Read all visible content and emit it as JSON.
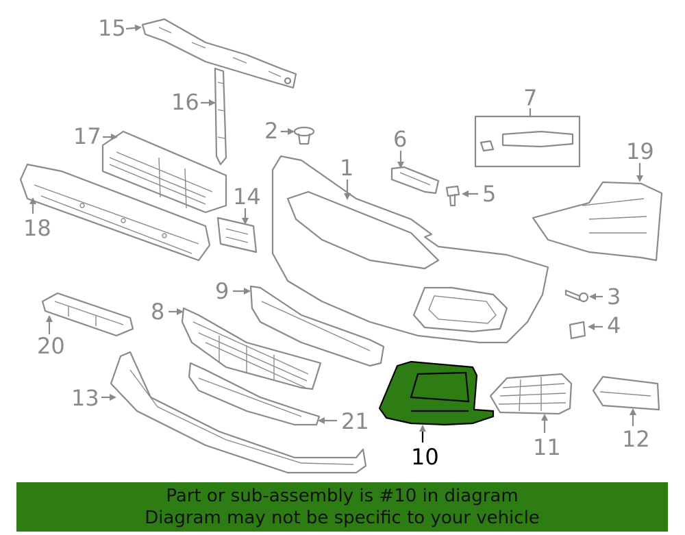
{
  "colors": {
    "line": "#8a8a8a",
    "highlight_fill": "#2e7d14",
    "banner_bg": "#2e7d14",
    "highlight_text": "#000000"
  },
  "callouts": {
    "c1": "1",
    "c2": "2",
    "c3": "3",
    "c4": "4",
    "c5": "5",
    "c6": "6",
    "c7": "7",
    "c8": "8",
    "c9": "9",
    "c10": "10",
    "c11": "11",
    "c12": "12",
    "c13": "13",
    "c14": "14",
    "c15": "15",
    "c16": "16",
    "c17": "17",
    "c18": "18",
    "c19": "19",
    "c20": "20",
    "c21": "21"
  },
  "highlighted_part": "10",
  "banner": {
    "line1": "Part or sub-assembly is #10 in diagram",
    "line2": "Diagram may not be specific to your vehicle"
  }
}
